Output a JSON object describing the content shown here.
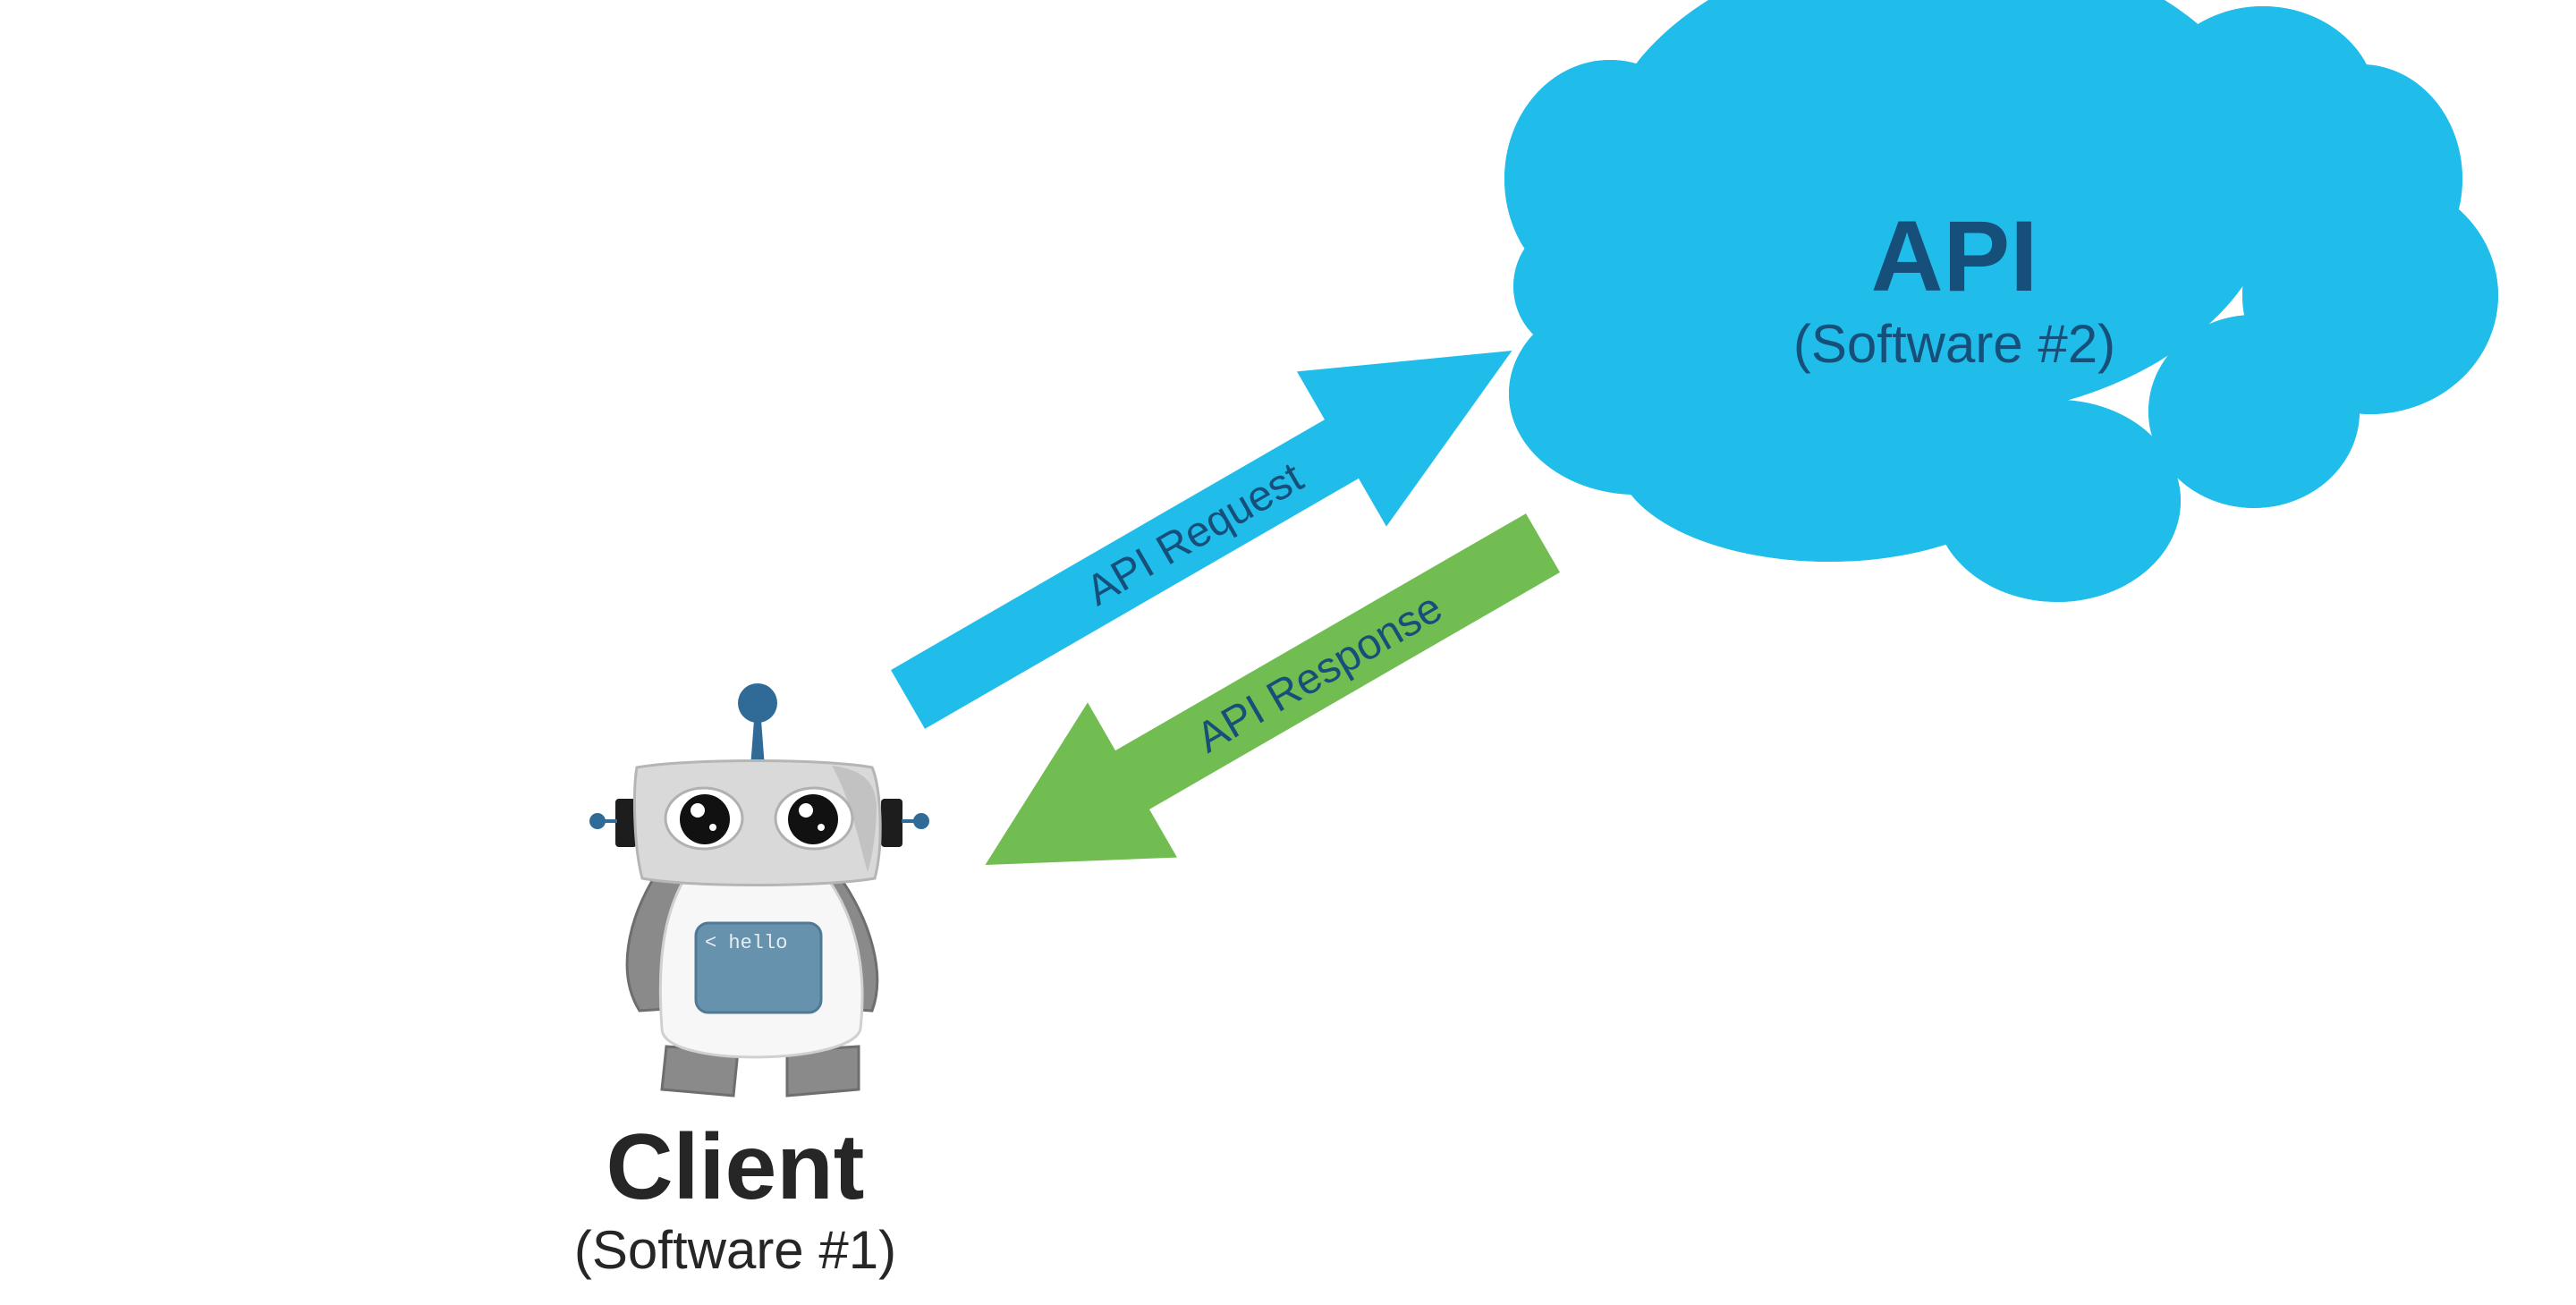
{
  "colors": {
    "cloud": "#21bdea",
    "request_arrow": "#21bdea",
    "response_arrow": "#71bd51",
    "label_text": "#164f7a",
    "heading_text": "#262626",
    "robot_face_screen": "#6792ad",
    "robot_antenna": "#2f6b96"
  },
  "api": {
    "title": "API",
    "subtitle": "(Software #2)"
  },
  "client": {
    "title": "Client",
    "subtitle": "(Software #1)",
    "screen_text": "< hello"
  },
  "request": {
    "label": "API Request"
  },
  "response": {
    "label": "API Response"
  }
}
